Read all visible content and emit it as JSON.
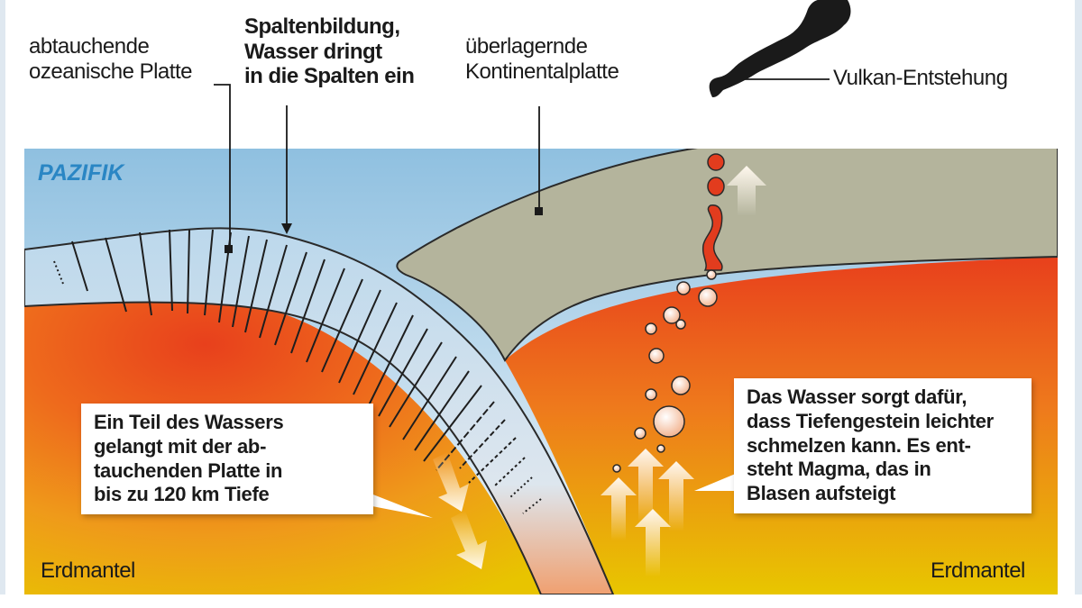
{
  "labels": {
    "subducting_plate": [
      "abtauchende",
      "ozeanische Platte"
    ],
    "cracks": [
      "Spaltenbildung,",
      "Wasser dringt",
      "in die Spalten ein"
    ],
    "continental_plate": [
      "überlagernde",
      "Kontinentalplatte"
    ],
    "volcano": "Vulkan-Entstehung",
    "ocean": "PAZIFIK",
    "mantle_left": "Erdmantel",
    "mantle_right": "Erdmantel"
  },
  "callouts": {
    "water_depth": [
      "Ein Teil des Wassers",
      "gelangt mit der ab-",
      "tauchenden Platte in",
      "bis zu 120 km Tiefe"
    ],
    "magma": [
      "Das Wasser sorgt dafür,",
      "dass Tiefengestein leichter",
      "schmelzen kann. Es ent-",
      "steht Magma, das in",
      "Blasen aufsteigt"
    ]
  },
  "colors": {
    "ocean_top": "#8fc0e0",
    "ocean_bottom": "#eaf3fa",
    "oceanic_plate": "#bcd8ec",
    "continental_plate": "#b4b49c",
    "mantle_red": "#e8401c",
    "mantle_orange": "#ee7c1c",
    "mantle_yellow": "#e8c000",
    "magma": "#e23c1e",
    "smoke": "#1a1a1a",
    "pazifik_text": "#2a86c4"
  }
}
